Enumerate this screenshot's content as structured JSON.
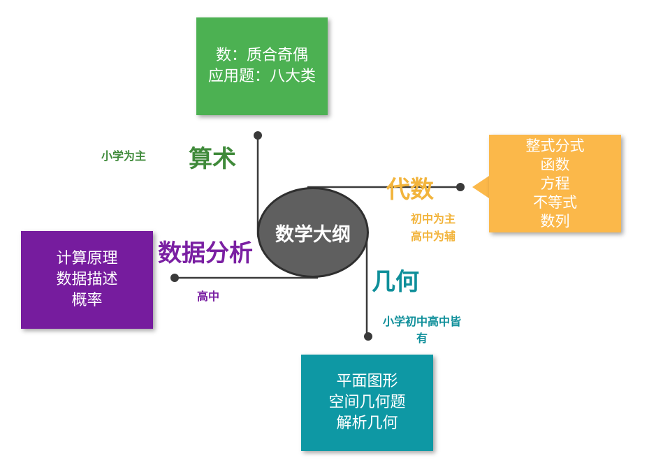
{
  "center": {
    "label": "数学大纲"
  },
  "branches": {
    "arithmetic": {
      "title": "算术",
      "note": "小学为主",
      "box_lines": [
        "数：质合奇偶",
        "应用题：八大类"
      ],
      "color": "#4cb152"
    },
    "algebra": {
      "title": "代数",
      "note_lines": [
        "初中为主",
        "高中为辅"
      ],
      "box_lines": [
        "整式分式",
        "函数",
        "方程",
        "不等式",
        "数列"
      ],
      "color": "#fbb84a"
    },
    "geometry": {
      "title": "几何",
      "note_lines": [
        "小学初中高中皆",
        "有"
      ],
      "box_lines": [
        "平面图形",
        "空间几何题",
        "解析几何"
      ],
      "color": "#0e98a4"
    },
    "data_analysis": {
      "title": "数据分析",
      "note": "高中",
      "box_lines": [
        "计算原理",
        "数据描述",
        "概率"
      ],
      "color": "#761c9e"
    }
  },
  "colors": {
    "connector": "#3a3a3a",
    "arithmetic_text": "#3f8a3a",
    "algebra_text": "#f2b43c",
    "geometry_text": "#0f8f9a",
    "data_text": "#7a1fa2"
  }
}
